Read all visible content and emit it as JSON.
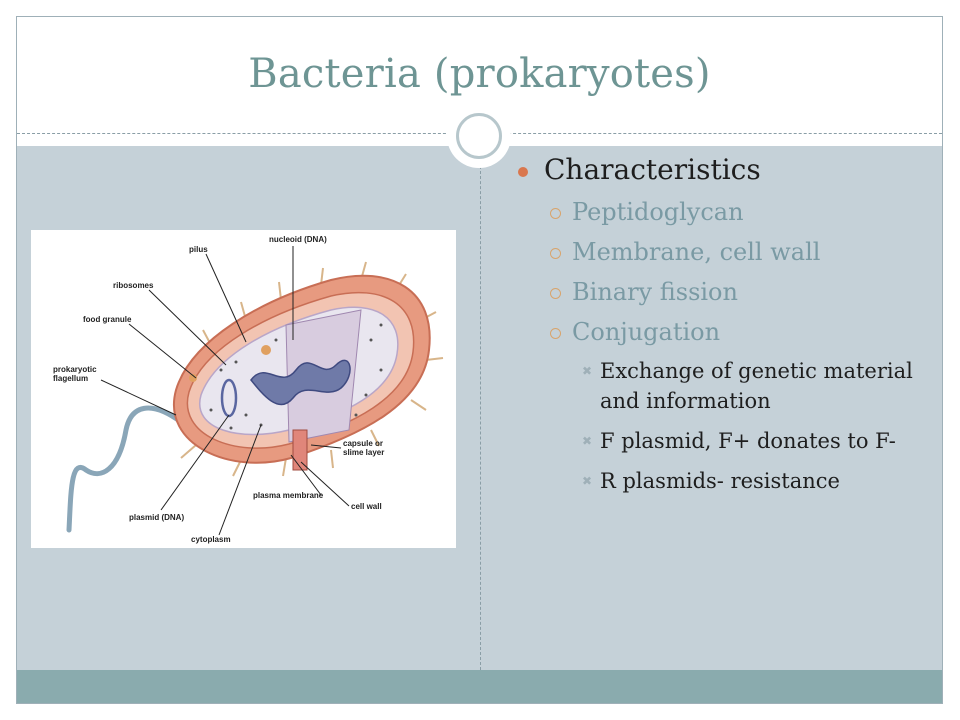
{
  "slide": {
    "title": "Bacteria (prokaryotes)"
  },
  "bullets": {
    "heading": "Characteristics",
    "items": [
      "Peptidoglycan",
      "Membrane, cell wall",
      "Binary fission",
      "Conjugation"
    ],
    "sub_items": [
      "Exchange of genetic material and information",
      "F plasmid, F+ donates to F-",
      "R plasmids- resistance"
    ]
  },
  "diagram": {
    "labels": {
      "nucleoid": "nucleoid (DNA)",
      "pilus": "pilus",
      "ribosomes": "ribosomes",
      "food_granule": "food granule",
      "flagellum_1": "prokaryotic",
      "flagellum_2": "flagellum",
      "capsule_1": "capsule or",
      "capsule_2": "slime layer",
      "plasma_membrane": "plasma membrane",
      "cell_wall": "cell wall",
      "plasmid": "plasmid (DNA)",
      "cytoplasm": "cytoplasm"
    }
  },
  "colors": {
    "title": "#6e9594",
    "content_bg": "#c5d1d8",
    "footer": "#8aabae",
    "bullet_dot": "#d9774e"
  }
}
